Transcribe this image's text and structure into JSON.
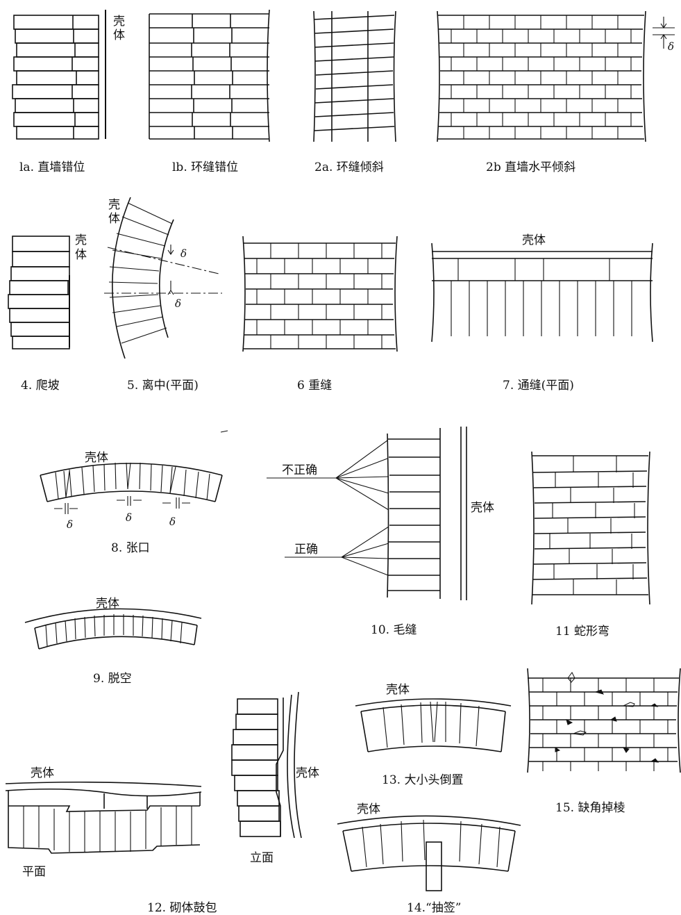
{
  "labels": {
    "shell": "壳体",
    "plan": "平面",
    "elevation": "立面",
    "incorrect": "不正确",
    "correct": "正确",
    "delta": "δ"
  },
  "figures": [
    {
      "id": "1a",
      "caption": "la. 直墙错位"
    },
    {
      "id": "1b",
      "caption": "lb. 环缝错位"
    },
    {
      "id": "2a",
      "caption": "2a. 环缝倾斜"
    },
    {
      "id": "2b",
      "caption": "2b 直墙水平倾斜"
    },
    {
      "id": "4",
      "caption": "4. 爬坡"
    },
    {
      "id": "5",
      "caption": "5. 离中(平面)"
    },
    {
      "id": "6",
      "caption": "6 重缝"
    },
    {
      "id": "7",
      "caption": "7. 通缝(平面)"
    },
    {
      "id": "8",
      "caption": "8. 张口"
    },
    {
      "id": "9",
      "caption": "9. 脱空"
    },
    {
      "id": "10",
      "caption": "10. 毛缝"
    },
    {
      "id": "11",
      "caption": "11 蛇形弯"
    },
    {
      "id": "12",
      "caption": "12. 砌体鼓包"
    },
    {
      "id": "13",
      "caption": "13. 大小头倒置"
    },
    {
      "id": "14",
      "caption": "14.“抽签”"
    },
    {
      "id": "15",
      "caption": "15. 缺角掉棱"
    }
  ]
}
